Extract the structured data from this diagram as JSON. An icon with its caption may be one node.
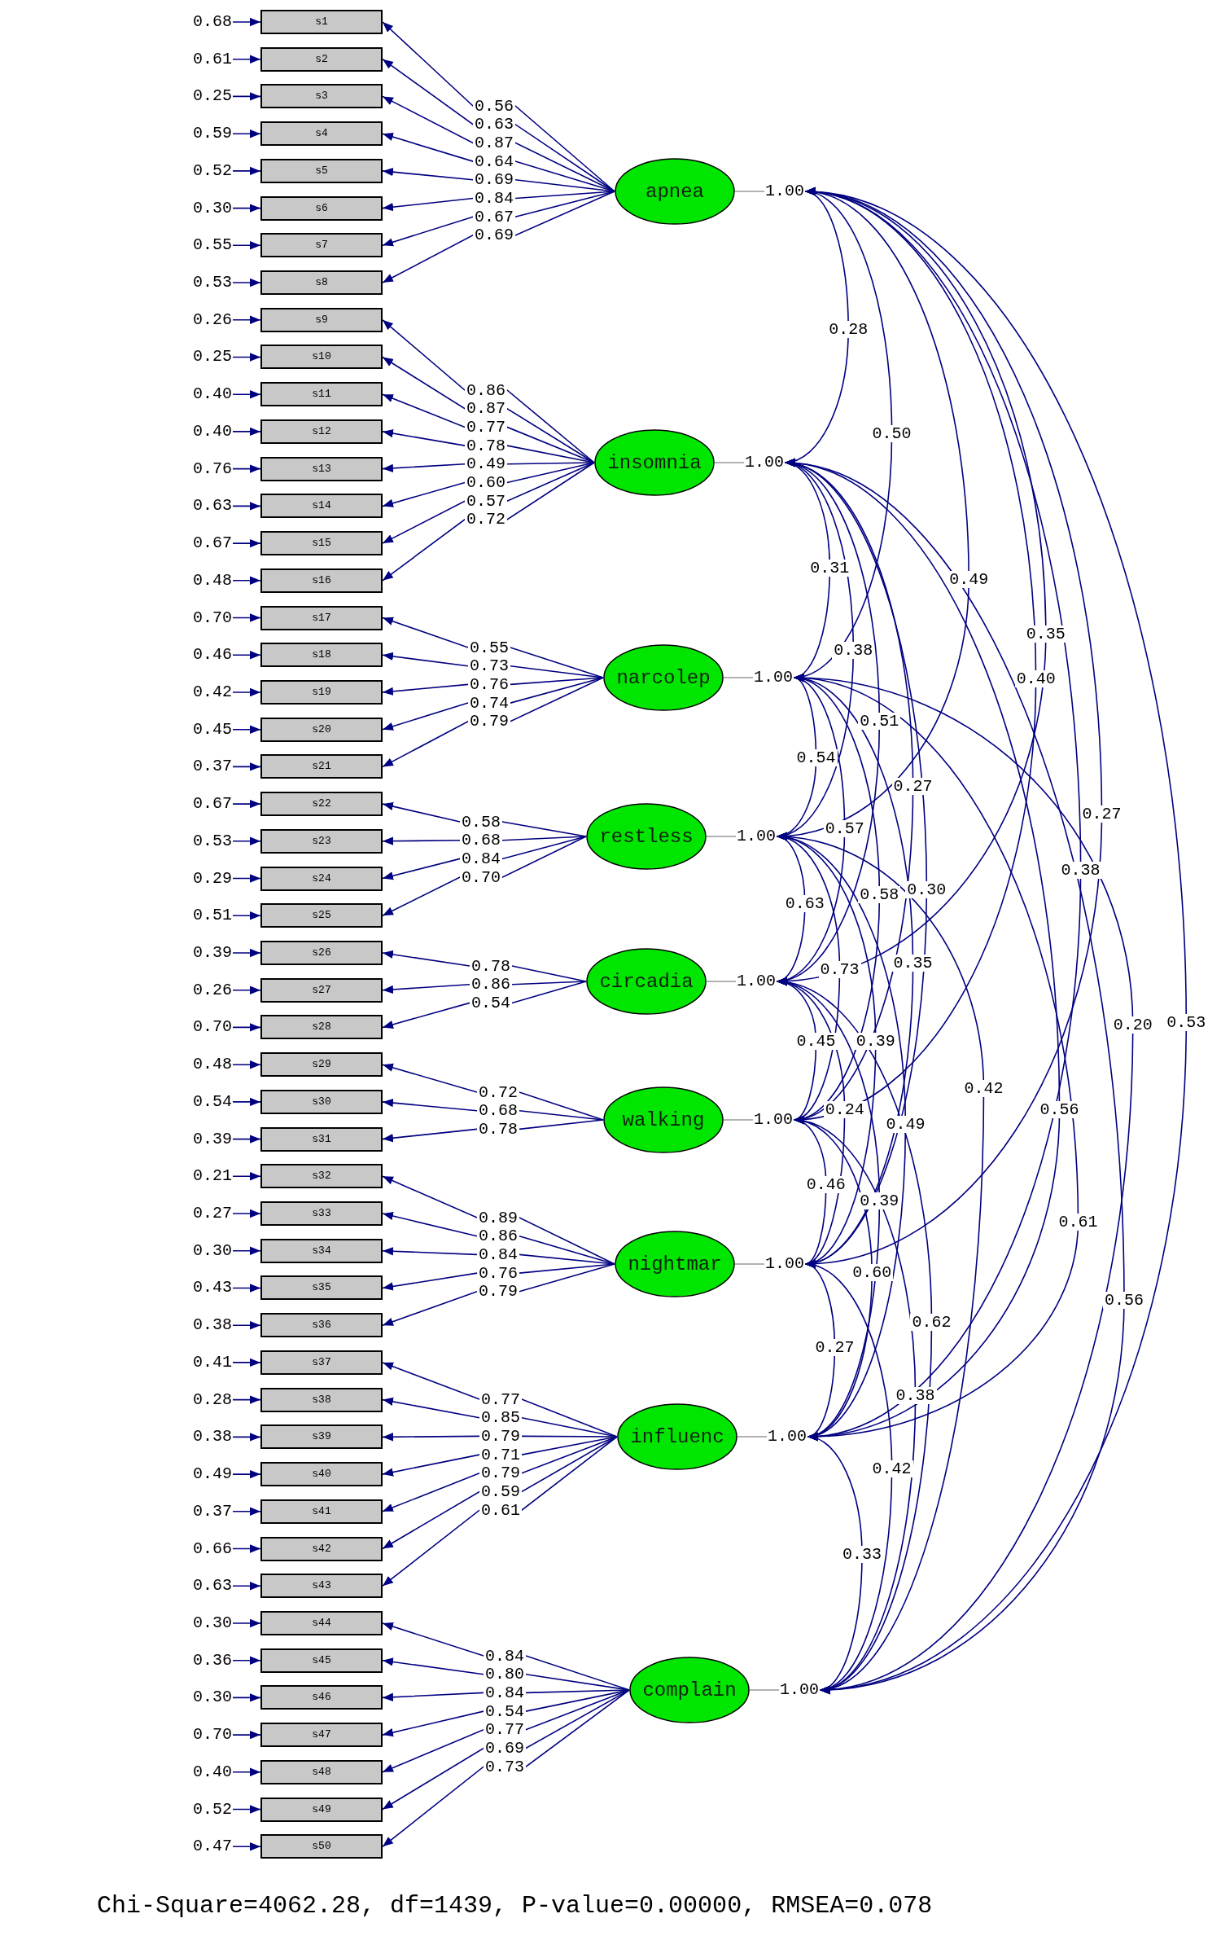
{
  "diagram": {
    "caption": "Chi-Square=4062.28, df=1439, P-value=0.00000, RMSEA=0.078",
    "nodes": [
      {
        "text": [
          "0.68"
        ]
      },
      {
        "text": [
          "s1"
        ]
      },
      {
        "text": [
          "0.61"
        ]
      },
      {
        "text": [
          "s2"
        ]
      },
      {
        "text": [
          "0.25"
        ]
      },
      {
        "text": [
          "s3"
        ]
      },
      {
        "text": [
          "0.59"
        ]
      },
      {
        "text": [
          "s4"
        ]
      },
      {
        "text": [
          "0.52"
        ]
      },
      {
        "text": [
          "s5"
        ]
      },
      {
        "text": [
          "0.30"
        ]
      },
      {
        "text": [
          "s6"
        ]
      },
      {
        "text": [
          "0.55"
        ]
      },
      {
        "text": [
          "s7"
        ]
      },
      {
        "text": [
          "0.53"
        ]
      },
      {
        "text": [
          "s8"
        ]
      },
      {
        "text": [
          "apnea"
        ]
      },
      {
        "text": [
          "1.00"
        ]
      },
      {
        "text": [
          "0.26"
        ]
      },
      {
        "text": [
          "s9"
        ]
      },
      {
        "text": [
          "0.25"
        ]
      },
      {
        "text": [
          "s10"
        ]
      },
      {
        "text": [
          "0.40"
        ]
      },
      {
        "text": [
          "s11"
        ]
      },
      {
        "text": [
          "0.40"
        ]
      },
      {
        "text": [
          "s12"
        ]
      },
      {
        "text": [
          "0.76"
        ]
      },
      {
        "text": [
          "s13"
        ]
      },
      {
        "text": [
          "0.63"
        ]
      },
      {
        "text": [
          "s14"
        ]
      },
      {
        "text": [
          "0.67"
        ]
      },
      {
        "text": [
          "s15"
        ]
      },
      {
        "text": [
          "0.48"
        ]
      },
      {
        "text": [
          "s16"
        ]
      },
      {
        "text": [
          "insomnia"
        ]
      },
      {
        "text": [
          "1.00"
        ]
      },
      {
        "text": [
          "0.70"
        ]
      },
      {
        "text": [
          "s17"
        ]
      },
      {
        "text": [
          "0.46"
        ]
      },
      {
        "text": [
          "s18"
        ]
      },
      {
        "text": [
          "0.42"
        ]
      },
      {
        "text": [
          "s19"
        ]
      },
      {
        "text": [
          "0.45"
        ]
      },
      {
        "text": [
          "s20"
        ]
      },
      {
        "text": [
          "0.37"
        ]
      },
      {
        "text": [
          "s21"
        ]
      },
      {
        "text": [
          "narcolep"
        ]
      },
      {
        "text": [
          "1.00"
        ]
      },
      {
        "text": [
          "0.67"
        ]
      },
      {
        "text": [
          "s22"
        ]
      },
      {
        "text": [
          "0.53"
        ]
      },
      {
        "text": [
          "s23"
        ]
      },
      {
        "text": [
          "0.29"
        ]
      },
      {
        "text": [
          "s24"
        ]
      },
      {
        "text": [
          "0.51"
        ]
      },
      {
        "text": [
          "s25"
        ]
      },
      {
        "text": [
          "restless"
        ]
      },
      {
        "text": [
          "1.00"
        ]
      },
      {
        "text": [
          "0.39"
        ]
      },
      {
        "text": [
          "s26"
        ]
      },
      {
        "text": [
          "0.26"
        ]
      },
      {
        "text": [
          "s27"
        ]
      },
      {
        "text": [
          "0.70"
        ]
      },
      {
        "text": [
          "s28"
        ]
      },
      {
        "text": [
          "circadia"
        ]
      },
      {
        "text": [
          "1.00"
        ]
      },
      {
        "text": [
          "0.48"
        ]
      },
      {
        "text": [
          "s29"
        ]
      },
      {
        "text": [
          "0.54"
        ]
      },
      {
        "text": [
          "s30"
        ]
      },
      {
        "text": [
          "0.39"
        ]
      },
      {
        "text": [
          "s31"
        ]
      },
      {
        "text": [
          "walking"
        ]
      },
      {
        "text": [
          "1.00"
        ]
      },
      {
        "text": [
          "0.21"
        ]
      },
      {
        "text": [
          "s32"
        ]
      },
      {
        "text": [
          "0.27"
        ]
      },
      {
        "text": [
          "s33"
        ]
      },
      {
        "text": [
          "0.30"
        ]
      },
      {
        "text": [
          "s34"
        ]
      },
      {
        "text": [
          "0.43"
        ]
      },
      {
        "text": [
          "s35"
        ]
      },
      {
        "text": [
          "0.38"
        ]
      },
      {
        "text": [
          "s36"
        ]
      },
      {
        "text": [
          "nightmar"
        ]
      },
      {
        "text": [
          "1.00"
        ]
      },
      {
        "text": [
          "0.41"
        ]
      },
      {
        "text": [
          "s37"
        ]
      },
      {
        "text": [
          "0.28"
        ]
      },
      {
        "text": [
          "s38"
        ]
      },
      {
        "text": [
          "0.38"
        ]
      },
      {
        "text": [
          "s39"
        ]
      },
      {
        "text": [
          "0.49"
        ]
      },
      {
        "text": [
          "s40"
        ]
      },
      {
        "text": [
          "0.37"
        ]
      },
      {
        "text": [
          "s41"
        ]
      },
      {
        "text": [
          "0.66"
        ]
      },
      {
        "text": [
          "s42"
        ]
      },
      {
        "text": [
          "0.63"
        ]
      },
      {
        "text": [
          "s43"
        ]
      },
      {
        "text": [
          "influenc"
        ]
      },
      {
        "text": [
          "1.00"
        ]
      },
      {
        "text": [
          "0.30"
        ]
      },
      {
        "text": [
          "s44"
        ]
      },
      {
        "text": [
          "0.36"
        ]
      },
      {
        "text": [
          "s45"
        ]
      },
      {
        "text": [
          "0.30"
        ]
      },
      {
        "text": [
          "s46"
        ]
      },
      {
        "text": [
          "0.70"
        ]
      },
      {
        "text": [
          "s47"
        ]
      },
      {
        "text": [
          "0.40"
        ]
      },
      {
        "text": [
          "s48"
        ]
      },
      {
        "text": [
          "0.52"
        ]
      },
      {
        "text": [
          "s49"
        ]
      },
      {
        "text": [
          "0.47"
        ]
      },
      {
        "text": [
          "s50"
        ]
      },
      {
        "text": [
          "complain"
        ]
      },
      {
        "text": [
          "1.00"
        ]
      }
    ],
    "edges": [
      {
        "from": 0,
        "to": 1,
        "arrow": "to"
      },
      {
        "from": 16,
        "to": 1,
        "arrow": "to",
        "label": "0.56"
      },
      {
        "from": 2,
        "to": 3,
        "arrow": "to"
      },
      {
        "from": 16,
        "to": 3,
        "arrow": "to",
        "label": "0.63"
      },
      {
        "from": 4,
        "to": 5,
        "arrow": "to"
      },
      {
        "from": 16,
        "to": 5,
        "arrow": "to",
        "label": "0.87"
      },
      {
        "from": 6,
        "to": 7,
        "arrow": "to"
      },
      {
        "from": 16,
        "to": 7,
        "arrow": "to",
        "label": "0.64"
      },
      {
        "from": 8,
        "to": 9,
        "arrow": "to"
      },
      {
        "from": 16,
        "to": 9,
        "arrow": "to",
        "label": "0.69"
      },
      {
        "from": 10,
        "to": 11,
        "arrow": "to"
      },
      {
        "from": 16,
        "to": 11,
        "arrow": "to",
        "label": "0.84"
      },
      {
        "from": 12,
        "to": 13,
        "arrow": "to"
      },
      {
        "from": 16,
        "to": 13,
        "arrow": "to",
        "label": "0.67"
      },
      {
        "from": 14,
        "to": 15,
        "arrow": "to"
      },
      {
        "from": 16,
        "to": 15,
        "arrow": "to",
        "label": "0.69"
      },
      {
        "from": 16,
        "to": 17,
        "arrow": "none",
        "color": "#999999"
      },
      {
        "from": 18,
        "to": 19,
        "arrow": "to"
      },
      {
        "from": 34,
        "to": 19,
        "arrow": "to",
        "label": "0.86"
      },
      {
        "from": 20,
        "to": 21,
        "arrow": "to"
      },
      {
        "from": 34,
        "to": 21,
        "arrow": "to",
        "label": "0.87"
      },
      {
        "from": 22,
        "to": 23,
        "arrow": "to"
      },
      {
        "from": 34,
        "to": 23,
        "arrow": "to",
        "label": "0.77"
      },
      {
        "from": 24,
        "to": 25,
        "arrow": "to"
      },
      {
        "from": 34,
        "to": 25,
        "arrow": "to",
        "label": "0.78"
      },
      {
        "from": 26,
        "to": 27,
        "arrow": "to"
      },
      {
        "from": 34,
        "to": 27,
        "arrow": "to",
        "label": "0.49"
      },
      {
        "from": 28,
        "to": 29,
        "arrow": "to"
      },
      {
        "from": 34,
        "to": 29,
        "arrow": "to",
        "label": "0.60"
      },
      {
        "from": 30,
        "to": 31,
        "arrow": "to"
      },
      {
        "from": 34,
        "to": 31,
        "arrow": "to",
        "label": "0.57"
      },
      {
        "from": 32,
        "to": 33,
        "arrow": "to"
      },
      {
        "from": 34,
        "to": 33,
        "arrow": "to",
        "label": "0.72"
      },
      {
        "from": 34,
        "to": 35,
        "arrow": "none",
        "color": "#999999"
      },
      {
        "from": 36,
        "to": 37,
        "arrow": "to"
      },
      {
        "from": 46,
        "to": 37,
        "arrow": "to",
        "label": "0.55"
      },
      {
        "from": 38,
        "to": 39,
        "arrow": "to"
      },
      {
        "from": 46,
        "to": 39,
        "arrow": "to",
        "label": "0.73"
      },
      {
        "from": 40,
        "to": 41,
        "arrow": "to"
      },
      {
        "from": 46,
        "to": 41,
        "arrow": "to",
        "label": "0.76"
      },
      {
        "from": 42,
        "to": 43,
        "arrow": "to"
      },
      {
        "from": 46,
        "to": 43,
        "arrow": "to",
        "label": "0.74"
      },
      {
        "from": 44,
        "to": 45,
        "arrow": "to"
      },
      {
        "from": 46,
        "to": 45,
        "arrow": "to",
        "label": "0.79"
      },
      {
        "from": 46,
        "to": 47,
        "arrow": "none",
        "color": "#999999"
      },
      {
        "from": 48,
        "to": 49,
        "arrow": "to"
      },
      {
        "from": 56,
        "to": 49,
        "arrow": "to",
        "label": "0.58"
      },
      {
        "from": 50,
        "to": 51,
        "arrow": "to"
      },
      {
        "from": 56,
        "to": 51,
        "arrow": "to",
        "label": "0.68"
      },
      {
        "from": 52,
        "to": 53,
        "arrow": "to"
      },
      {
        "from": 56,
        "to": 53,
        "arrow": "to",
        "label": "0.84"
      },
      {
        "from": 54,
        "to": 55,
        "arrow": "to"
      },
      {
        "from": 56,
        "to": 55,
        "arrow": "to",
        "label": "0.70"
      },
      {
        "from": 56,
        "to": 57,
        "arrow": "none",
        "color": "#999999"
      },
      {
        "from": 58,
        "to": 59,
        "arrow": "to"
      },
      {
        "from": 64,
        "to": 59,
        "arrow": "to",
        "label": "0.78"
      },
      {
        "from": 60,
        "to": 61,
        "arrow": "to"
      },
      {
        "from": 64,
        "to": 61,
        "arrow": "to",
        "label": "0.86"
      },
      {
        "from": 62,
        "to": 63,
        "arrow": "to"
      },
      {
        "from": 64,
        "to": 63,
        "arrow": "to",
        "label": "0.54"
      },
      {
        "from": 64,
        "to": 65,
        "arrow": "none",
        "color": "#999999"
      },
      {
        "from": 66,
        "to": 67,
        "arrow": "to"
      },
      {
        "from": 72,
        "to": 67,
        "arrow": "to",
        "label": "0.72"
      },
      {
        "from": 68,
        "to": 69,
        "arrow": "to"
      },
      {
        "from": 72,
        "to": 69,
        "arrow": "to",
        "label": "0.68"
      },
      {
        "from": 70,
        "to": 71,
        "arrow": "to"
      },
      {
        "from": 72,
        "to": 71,
        "arrow": "to",
        "label": "0.78"
      },
      {
        "from": 72,
        "to": 73,
        "arrow": "none",
        "color": "#999999"
      },
      {
        "from": 74,
        "to": 75,
        "arrow": "to"
      },
      {
        "from": 84,
        "to": 75,
        "arrow": "to",
        "label": "0.89"
      },
      {
        "from": 76,
        "to": 77,
        "arrow": "to"
      },
      {
        "from": 84,
        "to": 77,
        "arrow": "to",
        "label": "0.86"
      },
      {
        "from": 78,
        "to": 79,
        "arrow": "to"
      },
      {
        "from": 84,
        "to": 79,
        "arrow": "to",
        "label": "0.84"
      },
      {
        "from": 80,
        "to": 81,
        "arrow": "to"
      },
      {
        "from": 84,
        "to": 81,
        "arrow": "to",
        "label": "0.76"
      },
      {
        "from": 82,
        "to": 83,
        "arrow": "to"
      },
      {
        "from": 84,
        "to": 83,
        "arrow": "to",
        "label": "0.79"
      },
      {
        "from": 84,
        "to": 85,
        "arrow": "none",
        "color": "#999999"
      },
      {
        "from": 86,
        "to": 87,
        "arrow": "to"
      },
      {
        "from": 100,
        "to": 87,
        "arrow": "to",
        "label": "0.77"
      },
      {
        "from": 88,
        "to": 89,
        "arrow": "to"
      },
      {
        "from": 100,
        "to": 89,
        "arrow": "to",
        "label": "0.85"
      },
      {
        "from": 90,
        "to": 91,
        "arrow": "to"
      },
      {
        "from": 100,
        "to": 91,
        "arrow": "to",
        "label": "0.79"
      },
      {
        "from": 92,
        "to": 93,
        "arrow": "to"
      },
      {
        "from": 100,
        "to": 93,
        "arrow": "to",
        "label": "0.71"
      },
      {
        "from": 94,
        "to": 95,
        "arrow": "to"
      },
      {
        "from": 100,
        "to": 95,
        "arrow": "to",
        "label": "0.79"
      },
      {
        "from": 96,
        "to": 97,
        "arrow": "to"
      },
      {
        "from": 100,
        "to": 97,
        "arrow": "to",
        "label": "0.59"
      },
      {
        "from": 98,
        "to": 99,
        "arrow": "to"
      },
      {
        "from": 100,
        "to": 99,
        "arrow": "to",
        "label": "0.61"
      },
      {
        "from": 100,
        "to": 101,
        "arrow": "none",
        "color": "#999999"
      },
      {
        "from": 102,
        "to": 103,
        "arrow": "to"
      },
      {
        "from": 116,
        "to": 103,
        "arrow": "to",
        "label": "0.84"
      },
      {
        "from": 104,
        "to": 105,
        "arrow": "to"
      },
      {
        "from": 116,
        "to": 105,
        "arrow": "to",
        "label": "0.80"
      },
      {
        "from": 106,
        "to": 107,
        "arrow": "to"
      },
      {
        "from": 116,
        "to": 107,
        "arrow": "to",
        "label": "0.84"
      },
      {
        "from": 108,
        "to": 109,
        "arrow": "to"
      },
      {
        "from": 116,
        "to": 109,
        "arrow": "to",
        "label": "0.54"
      },
      {
        "from": 110,
        "to": 111,
        "arrow": "to"
      },
      {
        "from": 116,
        "to": 111,
        "arrow": "to",
        "label": "0.77"
      },
      {
        "from": 112,
        "to": 113,
        "arrow": "to"
      },
      {
        "from": 116,
        "to": 113,
        "arrow": "to",
        "label": "0.69"
      },
      {
        "from": 114,
        "to": 115,
        "arrow": "to"
      },
      {
        "from": 116,
        "to": 115,
        "arrow": "to",
        "label": "0.73"
      },
      {
        "from": 116,
        "to": 117,
        "arrow": "none",
        "color": "#999999"
      },
      {
        "from": 17,
        "to": 35,
        "arrow": "both",
        "label": "0.28"
      },
      {
        "from": 17,
        "to": 47,
        "arrow": "both",
        "label": "0.50"
      },
      {
        "from": 17,
        "to": 57,
        "arrow": "both",
        "label": "0.49"
      },
      {
        "from": 17,
        "to": 65,
        "arrow": "both",
        "label": "0.35"
      },
      {
        "from": 17,
        "to": 73,
        "arrow": "both",
        "label": "0.40"
      },
      {
        "from": 17,
        "to": 85,
        "arrow": "both",
        "label": "0.27"
      },
      {
        "from": 17,
        "to": 101,
        "arrow": "both",
        "label": "0.38"
      },
      {
        "from": 17,
        "to": 117,
        "arrow": "both",
        "label": "0.53"
      },
      {
        "from": 35,
        "to": 47,
        "arrow": "both",
        "label": "0.31"
      },
      {
        "from": 35,
        "to": 57,
        "arrow": "both",
        "label": "0.38"
      },
      {
        "from": 35,
        "to": 65,
        "arrow": "both",
        "label": "0.51"
      },
      {
        "from": 35,
        "to": 73,
        "arrow": "both",
        "label": "0.27"
      },
      {
        "from": 35,
        "to": 85,
        "arrow": "both",
        "label": "0.30"
      },
      {
        "from": 35,
        "to": 101,
        "arrow": "both",
        "label": "0.56"
      },
      {
        "from": 35,
        "to": 117,
        "arrow": "both",
        "label": "0.56"
      },
      {
        "from": 47,
        "to": 57,
        "arrow": "both",
        "label": "0.54"
      },
      {
        "from": 47,
        "to": 65,
        "arrow": "both",
        "label": "0.57"
      },
      {
        "from": 47,
        "to": 73,
        "arrow": "both",
        "label": "0.58"
      },
      {
        "from": 47,
        "to": 85,
        "arrow": "both",
        "label": "0.35"
      },
      {
        "from": 47,
        "to": 101,
        "arrow": "both",
        "label": "0.61"
      },
      {
        "from": 47,
        "to": 117,
        "arrow": "both",
        "label": "0.20"
      },
      {
        "from": 57,
        "to": 65,
        "arrow": "both",
        "label": "0.63"
      },
      {
        "from": 57,
        "to": 73,
        "arrow": "both",
        "label": "0.73"
      },
      {
        "from": 57,
        "to": 85,
        "arrow": "both",
        "label": "0.39"
      },
      {
        "from": 57,
        "to": 101,
        "arrow": "both",
        "label": "0.49"
      },
      {
        "from": 57,
        "to": 117,
        "arrow": "both",
        "label": "0.42"
      },
      {
        "from": 65,
        "to": 73,
        "arrow": "both",
        "label": "0.45"
      },
      {
        "from": 65,
        "to": 85,
        "arrow": "both",
        "label": "0.24"
      },
      {
        "from": 65,
        "to": 101,
        "arrow": "both",
        "label": "0.39"
      },
      {
        "from": 65,
        "to": 117,
        "arrow": "both",
        "label": "0.62"
      },
      {
        "from": 73,
        "to": 85,
        "arrow": "both",
        "label": "0.46"
      },
      {
        "from": 73,
        "to": 101,
        "arrow": "both",
        "label": "0.60"
      },
      {
        "from": 73,
        "to": 117,
        "arrow": "both",
        "label": "0.38"
      },
      {
        "from": 85,
        "to": 101,
        "arrow": "both",
        "label": "0.27"
      },
      {
        "from": 85,
        "to": 117,
        "arrow": "both",
        "label": "0.42"
      },
      {
        "from": 101,
        "to": 117,
        "arrow": "both",
        "label": "0.33"
      }
    ]
  }
}
